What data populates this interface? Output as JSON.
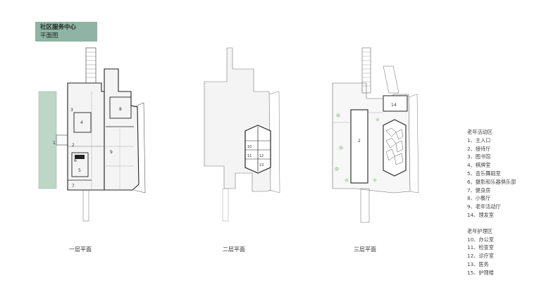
{
  "title": {
    "main": "社区服务中心",
    "sub": "平面图"
  },
  "captions": {
    "floor1": "一层平面",
    "floor2": "二层平面",
    "floor3": "三层平面"
  },
  "plan_labels": {
    "f1": [
      "1",
      "2",
      "3",
      "4",
      "5",
      "6",
      "7",
      "8",
      "9"
    ],
    "f2": [
      "10",
      "11",
      "12",
      "13"
    ],
    "f3": [
      "2",
      "14"
    ]
  },
  "legend": {
    "group1_title": "老年活动区",
    "group1_items": [
      "1、主入口",
      "2、接待厅",
      "3、图书馆",
      "4、棋牌室",
      "5、音乐舞蹈室",
      "6、摄影和乐器俱乐部",
      "7、健身房",
      "8、小餐厅",
      "9、老年活动厅",
      "14、理发室"
    ],
    "group2_title": "老年护理区",
    "group2_items": [
      "10、办公室",
      "11、检查室",
      "12、诊疗室",
      "13、医务",
      "15、护理楼"
    ]
  },
  "colors": {
    "title_bg": "#8fb3a4",
    "landscape": "#bcd6c8",
    "wall": "#222222",
    "fill": "#f4f4f4"
  }
}
